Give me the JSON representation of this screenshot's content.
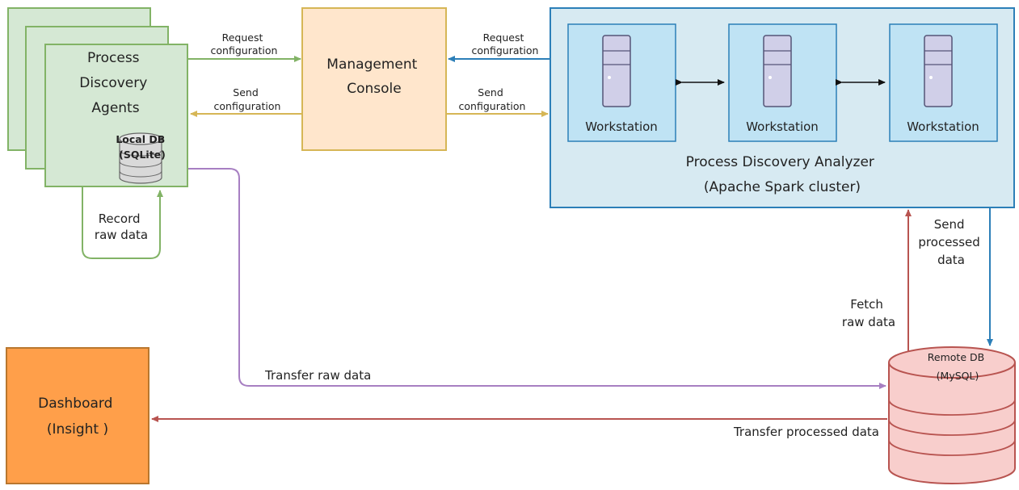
{
  "agents": {
    "title_lines": [
      "Process",
      "Discovery",
      "Agents"
    ],
    "local_db_lines": [
      "Local DB",
      "(SQLite)"
    ],
    "record_lines": [
      "Record",
      "raw data"
    ]
  },
  "console": {
    "title_lines": [
      "Management",
      "Console"
    ]
  },
  "analyzer": {
    "workstations": [
      "Workstation",
      "Workstation",
      "Workstation"
    ],
    "title_lines": [
      "Process Discovery Analyzer",
      "(Apache Spark cluster)"
    ]
  },
  "remote_db": {
    "lines": [
      "Remote DB",
      "(MySQL)"
    ]
  },
  "dashboard": {
    "lines": [
      "Dashboard",
      "(Insight )"
    ]
  },
  "flows": {
    "agents_request": [
      "Request",
      "configuration"
    ],
    "agents_send": [
      "Send",
      "configuration"
    ],
    "analyzer_request": [
      "Request",
      "configuration"
    ],
    "analyzer_send": [
      "Send",
      "configuration"
    ],
    "send_processed": [
      "Send",
      "processed",
      "data"
    ],
    "fetch_raw": [
      "Fetch",
      "raw data"
    ],
    "transfer_raw": "Transfer raw data",
    "transfer_processed": "Transfer processed data"
  },
  "colors": {
    "green": "#82b366",
    "green_fill": "#d5e8d4",
    "yellow": "#d6b656",
    "orange_fill": "#ffe6cc",
    "blue": "#2c7fb8",
    "blue_fill": "#d7eaf2",
    "workstation_fill": "#bfe3f4",
    "purple": "#a77fc2",
    "red": "#b85450",
    "red_fill": "#f8cecc",
    "dashboard_fill": "#ff9f4a"
  }
}
